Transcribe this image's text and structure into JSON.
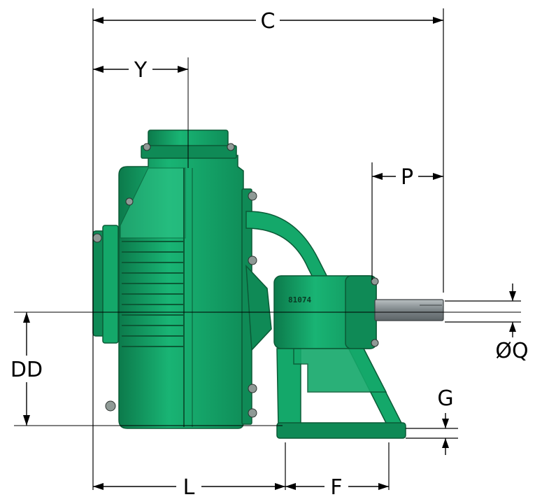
{
  "dimensions": {
    "c": "C",
    "y": "Y",
    "p": "P",
    "dd": "DD",
    "oq": "ØQ",
    "g": "G",
    "l": "L",
    "f": "F"
  },
  "nameplate": "81074",
  "colors": {
    "pump_body": "#14a86a",
    "pump_body_dark": "#0f8a56",
    "pump_outline": "#0b5a36",
    "shaft": "#8d9497",
    "dimension_lines": "#000000"
  }
}
